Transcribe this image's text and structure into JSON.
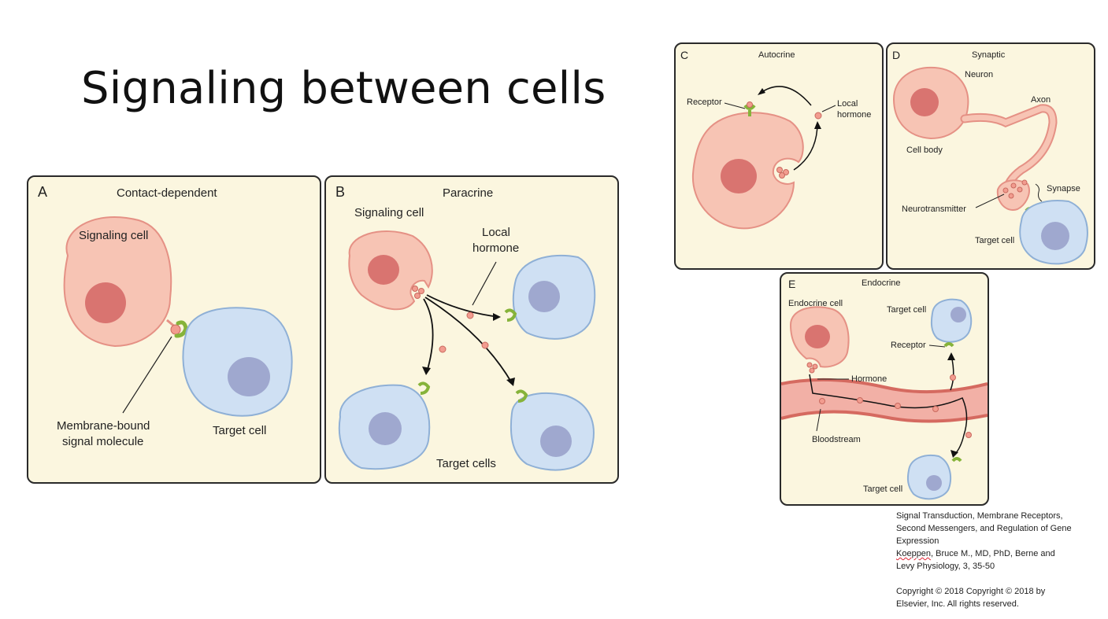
{
  "slide": {
    "title": "Signaling between cells"
  },
  "panels": {
    "a": {
      "letter": "A",
      "title": "Contact-dependent",
      "signaling_cell": "Signaling cell",
      "molecule_line1": "Membrane-bound",
      "molecule_line2": "signal molecule",
      "target_cell": "Target cell"
    },
    "b": {
      "letter": "B",
      "title": "Paracrine",
      "signaling_cell": "Signaling cell",
      "hormone_line1": "Local",
      "hormone_line2": "hormone",
      "target_cells": "Target cells"
    },
    "c": {
      "letter": "C",
      "title": "Autocrine",
      "receptor": "Receptor",
      "hormone_line1": "Local",
      "hormone_line2": "hormone"
    },
    "d": {
      "letter": "D",
      "title": "Synaptic",
      "neuron": "Neuron",
      "axon": "Axon",
      "cell_body": "Cell body",
      "synapse": "Synapse",
      "neurotransmitter": "Neurotransmitter",
      "target_cell": "Target cell"
    },
    "e": {
      "letter": "E",
      "title": "Endocrine",
      "endocrine_cell": "Endocrine cell",
      "target_cell_top": "Target cell",
      "receptor": "Receptor",
      "hormone": "Hormone",
      "bloodstream": "Bloodstream",
      "target_cell_bottom": "Target cell"
    }
  },
  "citation": {
    "line1": "Signal Transduction, Membrane Receptors,",
    "line2": "Second Messengers, and Regulation of Gene",
    "line3": "Expression",
    "line4_a": "Koeppen",
    "line4_b": ", Bruce M., MD, PhD, Berne and",
    "line5": "Levy Physiology, 3, 35-50",
    "line6": "Copyright ©  2018   Copyright © 2018 by",
    "line7": "Elsevier, Inc. All rights reserved."
  },
  "colors": {
    "panel_bg": "#fbf6df",
    "signal_cell": "#f7c4b4",
    "nucleus_red": "#d97470",
    "target_cell": "#cfe0f3",
    "nucleus_blue": "#9fa8cf",
    "receptor": "#86b33a",
    "vessel": "#e8827a"
  }
}
